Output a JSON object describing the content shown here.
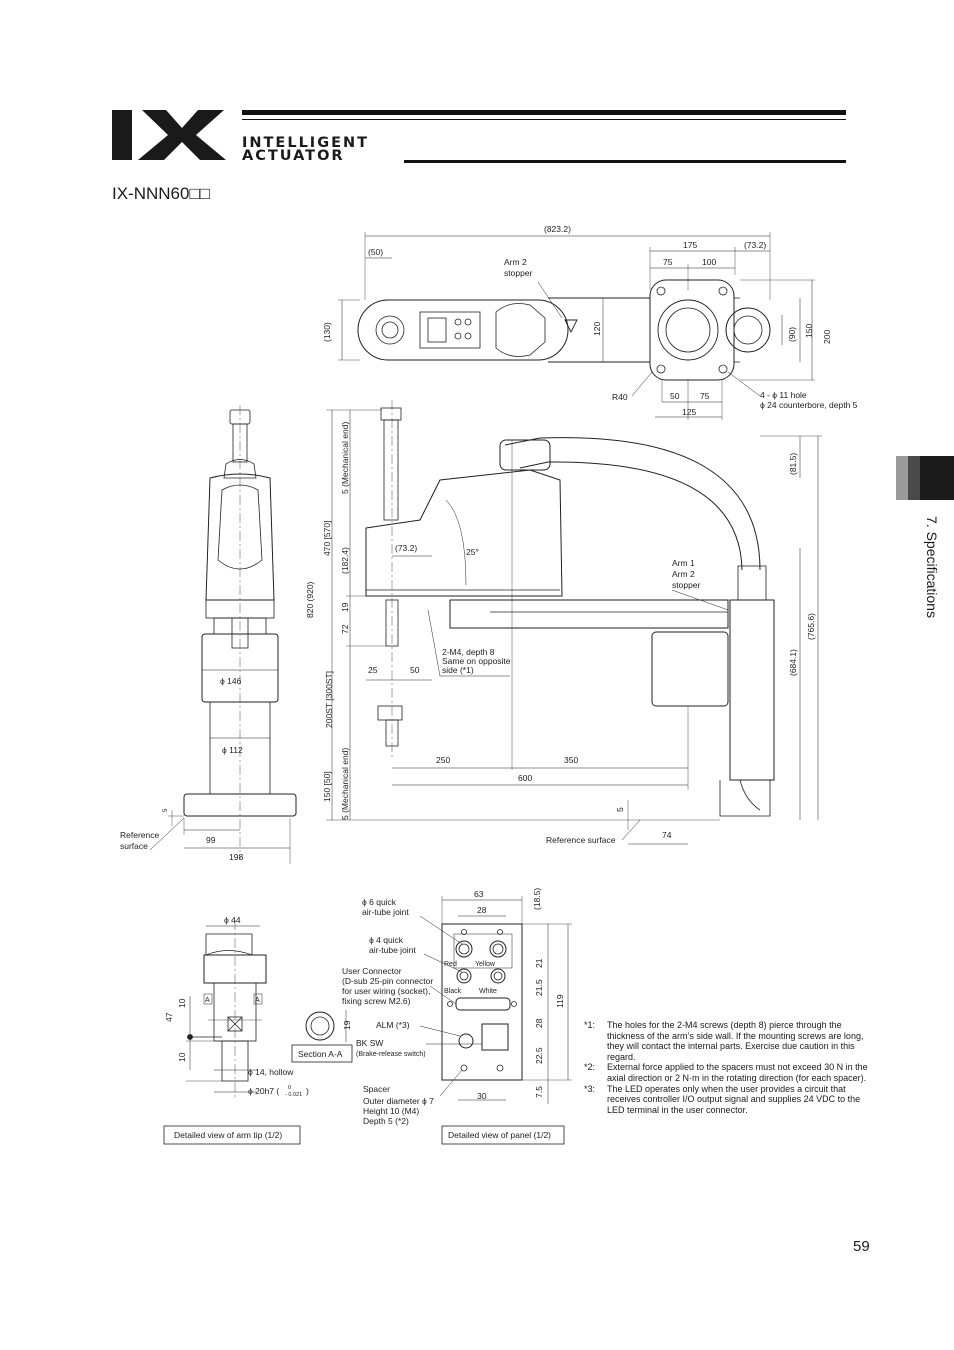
{
  "header": {
    "logo_mark": "IX",
    "logo_line1": "INTELLIGENT",
    "logo_line2": "ACTUATOR",
    "model": "IX-NNN60□□"
  },
  "side_tab": {
    "label": "7. Specifications"
  },
  "top_view": {
    "overall": "(823.2)",
    "left_ext": "(50)",
    "d175": "175",
    "d73": "(73.2)",
    "d75": "75",
    "d100": "100",
    "arm2_stopper_1": "Arm 2",
    "arm2_stopper_2": "stopper",
    "d130": "(130)",
    "d120": "120",
    "d90": "(90)",
    "d150": "150",
    "d200": "200",
    "r40": "R40",
    "d50": "50",
    "d75b": "75",
    "d125": "125",
    "hole_1": "4 - ϕ 11 hole",
    "hole_2": "ϕ 24 counterbore, depth 5"
  },
  "side_view": {
    "mech_end_top": "5 (Mechanical end)",
    "d470": "470 [570]",
    "d820": "820 (920)",
    "d182": "(182.4)",
    "d19": "19",
    "d72": "72",
    "d73": "(73.2)",
    "angle": "25°",
    "d81": "(81.5)",
    "arm1": "Arm 1",
    "arm2": "Arm 2",
    "stopper": "stopper",
    "d765": "(765.6)",
    "d684": "(684.1)",
    "d25": "25",
    "d50": "50",
    "m4_1": "2-M4, depth 8",
    "m4_2": "Same on opposite",
    "m4_3": "side (*1)",
    "stroke": "200ST [300ST]",
    "d150": "150 [50]",
    "mech_end_bot": "5 (Mechanical end)",
    "d250": "250",
    "d350": "350",
    "d600": "600",
    "d5": "5",
    "ref_surface": "Reference surface",
    "d74": "74"
  },
  "front_view": {
    "d146": "ϕ 146",
    "d112": "ϕ 112",
    "d5": "5",
    "ref_1": "Reference",
    "ref_2": "surface",
    "d99": "99",
    "d198": "198"
  },
  "arm_tip": {
    "d44": "ϕ 44",
    "d10a": "10",
    "d47": "47",
    "d10b": "10",
    "a": "A",
    "d19": "19",
    "section": "Section A-A",
    "hollow": "ϕ 14, hollow",
    "d20": "ϕ 20h7 (",
    "tol_top": "0",
    "tol_bot": "- 0.021",
    "tol_close": ")",
    "caption": "Detailed view of arm tip (1/2)"
  },
  "panel": {
    "q6_1": "ϕ 6 quick",
    "q6_2": "air-tube joint",
    "q4_1": "ϕ 4 quick",
    "q4_2": "air-tube joint",
    "uc_1": "User Connector",
    "uc_2": "(D-sub 25-pin connector",
    "uc_3": "for user wiring (socket),",
    "uc_4": "fixing screw M2.6)",
    "alm": "ALM (*3)",
    "bksw_1": "BK SW",
    "bksw_2": "(Brake-release switch)",
    "sp_1": "Spacer",
    "sp_2": "Outer diameter ϕ 7",
    "sp_3": "Height 10 (M4)",
    "sp_4": "Depth 5 (*2)",
    "red": "Red",
    "yellow": "Yellow",
    "black": "Black",
    "white": "White",
    "d63": "63",
    "d28": "28",
    "d18": "(18.5)",
    "d21": "21",
    "d215": "21.5",
    "d28v": "28",
    "d225": "22.5",
    "d75": "7.5",
    "d119": "119",
    "d30": "30",
    "caption": "Detailed view of panel (1/2)"
  },
  "notes": [
    {
      "mark": "*1:",
      "text": "The holes for the 2-M4 screws (depth 8) pierce through the thickness of the arm’s side wall. If the mounting screws are long, they will contact the internal parts. Exercise due caution in this regard."
    },
    {
      "mark": "*2:",
      "text": "External force applied to the spacers must not exceed 30 N in the axial direction or 2 N·m in the rotating direction (for each spacer)."
    },
    {
      "mark": "*3:",
      "text": "The LED operates only when the user provides a circuit that receives controller I/O output signal and supplies 24 VDC to the LED terminal in the user connector."
    }
  ],
  "page_number": "59"
}
